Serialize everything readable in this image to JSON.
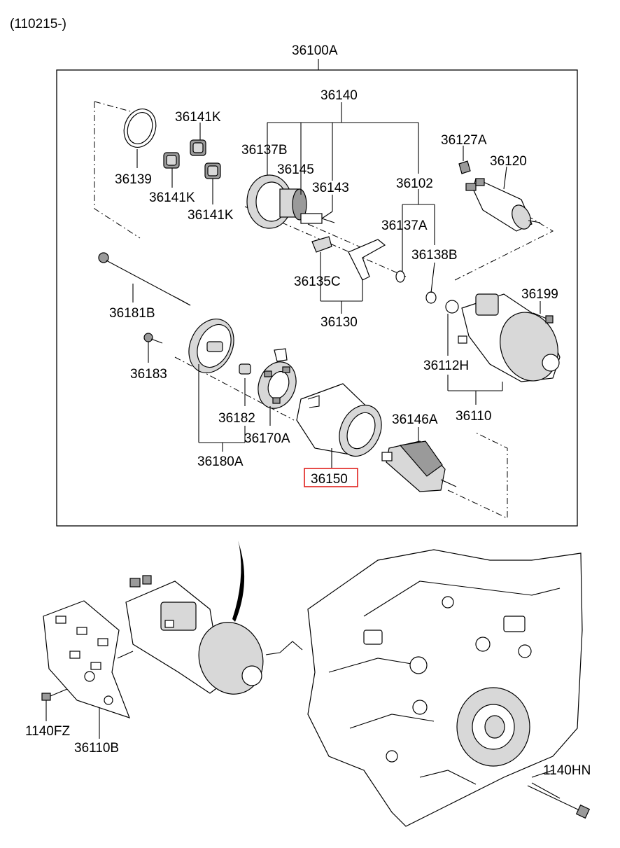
{
  "version_note": "(110215-)",
  "assembly_label": "36100A",
  "highlighted_part": "36150",
  "callouts": {
    "c36140": "36140",
    "c36141K_a": "36141K",
    "c36141K_b": "36141K",
    "c36141K_c": "36141K",
    "c36139": "36139",
    "c36137B": "36137B",
    "c36145": "36145",
    "c36143": "36143",
    "c36102": "36102",
    "c36127A": "36127A",
    "c36120": "36120",
    "c36137A": "36137A",
    "c36138B": "36138B",
    "c36135C": "36135C",
    "c36130": "36130",
    "c36181B": "36181B",
    "c36199": "36199",
    "c36183": "36183",
    "c36112H": "36112H",
    "c36182": "36182",
    "c36170A": "36170A",
    "c36146A": "36146A",
    "c36110": "36110",
    "c36180A": "36180A",
    "c1140FZ": "1140FZ",
    "c36110B": "36110B",
    "c1140HN": "1140HN"
  }
}
